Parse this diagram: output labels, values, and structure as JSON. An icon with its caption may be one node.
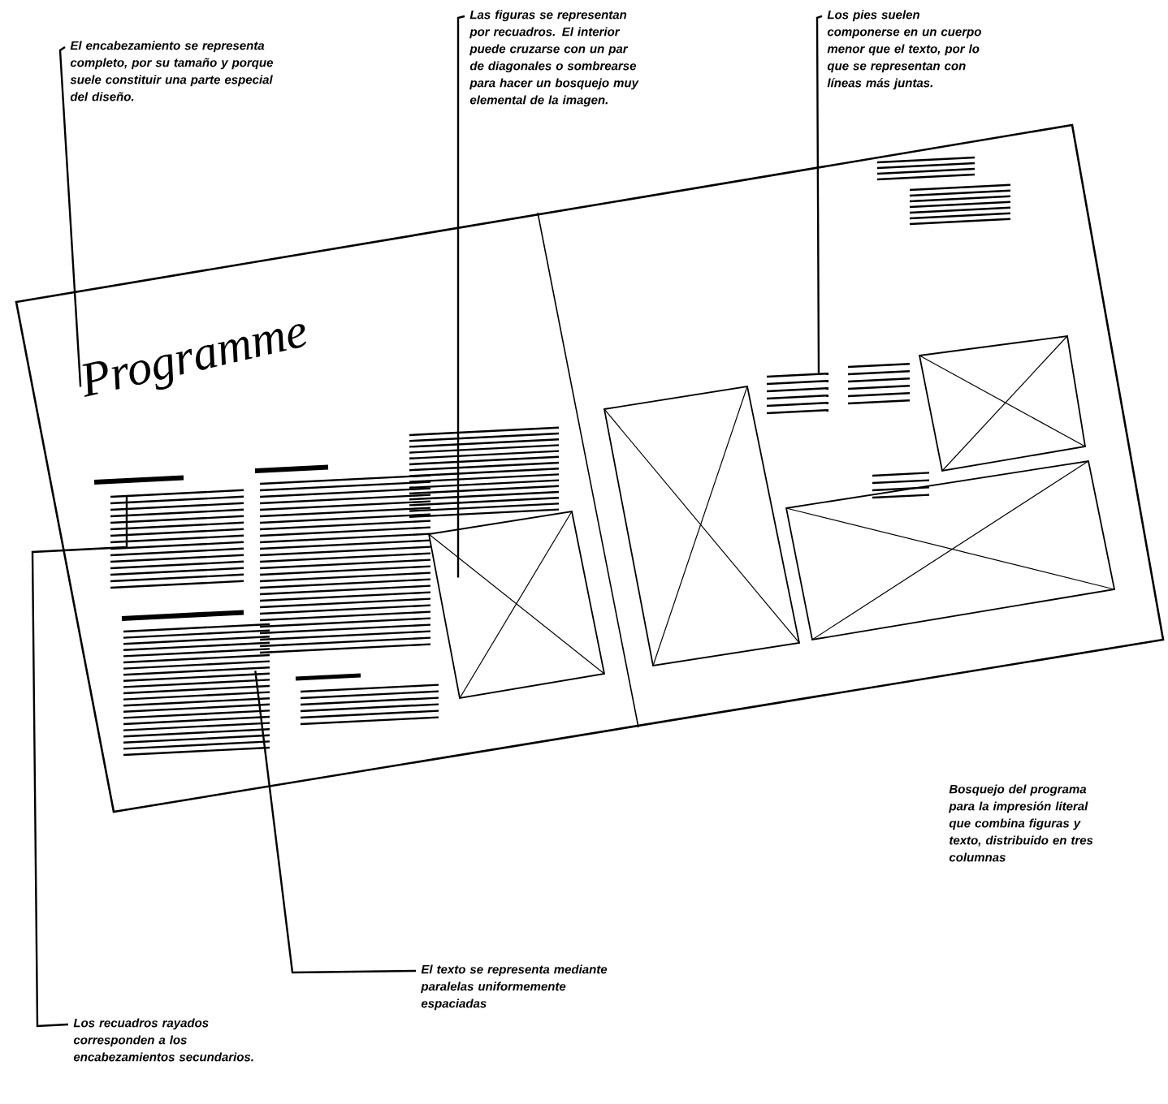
{
  "diagram": {
    "nodes": [
      {
        "text": [
          "El encabezamiento se representa completo, por su tamaño y porque suele constituir una parte especial del diseño."
        ]
      },
      {
        "text": [
          "Programme"
        ]
      },
      {
        "text": [
          "Las figuras se representan por recuadros. El interior puede cruzarse con un par de diagonales o sombrearse para hacer un bosquejo muy elemental de la imagen."
        ]
      },
      {
        "text": [],
        "shape": "box"
      },
      {
        "text": [
          "Los pies suelen componerse en un cuerpo menor que el texto, por lo que se representan con líneas más juntas."
        ]
      },
      {
        "text": [],
        "shape": "lines"
      },
      {
        "text": [
          "El texto se representa mediante paralelas uniformemente espaciadas"
        ]
      },
      {
        "text": [],
        "shape": "lines"
      },
      {
        "text": [
          "Los recuadros rayados corresponden a los encabezamientos secundarios."
        ]
      },
      {
        "text": [],
        "shape": "bar"
      }
    ],
    "edges": [
      {
        "from": 0,
        "to": 1,
        "arrow": "none"
      },
      {
        "from": 2,
        "to": 3,
        "arrow": "none"
      },
      {
        "from": 4,
        "to": 5,
        "arrow": "none"
      },
      {
        "from": 6,
        "to": 7,
        "arrow": "none"
      },
      {
        "from": 8,
        "to": 9,
        "arrow": "none"
      }
    ],
    "labels": [
      "Bosquejo del programa para la impresión literal que combina figuras y texto, distribuido en tres columnas"
    ]
  }
}
